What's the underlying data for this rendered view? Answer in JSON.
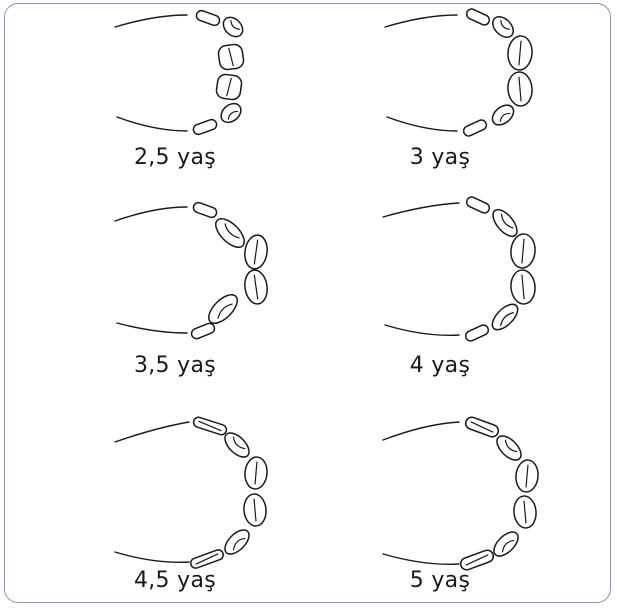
{
  "colors": {
    "frame_border": "#8a8fc4",
    "ink": "#1a1a1a"
  },
  "panels": [
    {
      "label": "2,5 yaş"
    },
    {
      "label": "3 yaş"
    },
    {
      "label": "3,5 yaş"
    },
    {
      "label": "4 yaş"
    },
    {
      "label": "4,5 yaş"
    },
    {
      "label": "5 yaş"
    }
  ]
}
